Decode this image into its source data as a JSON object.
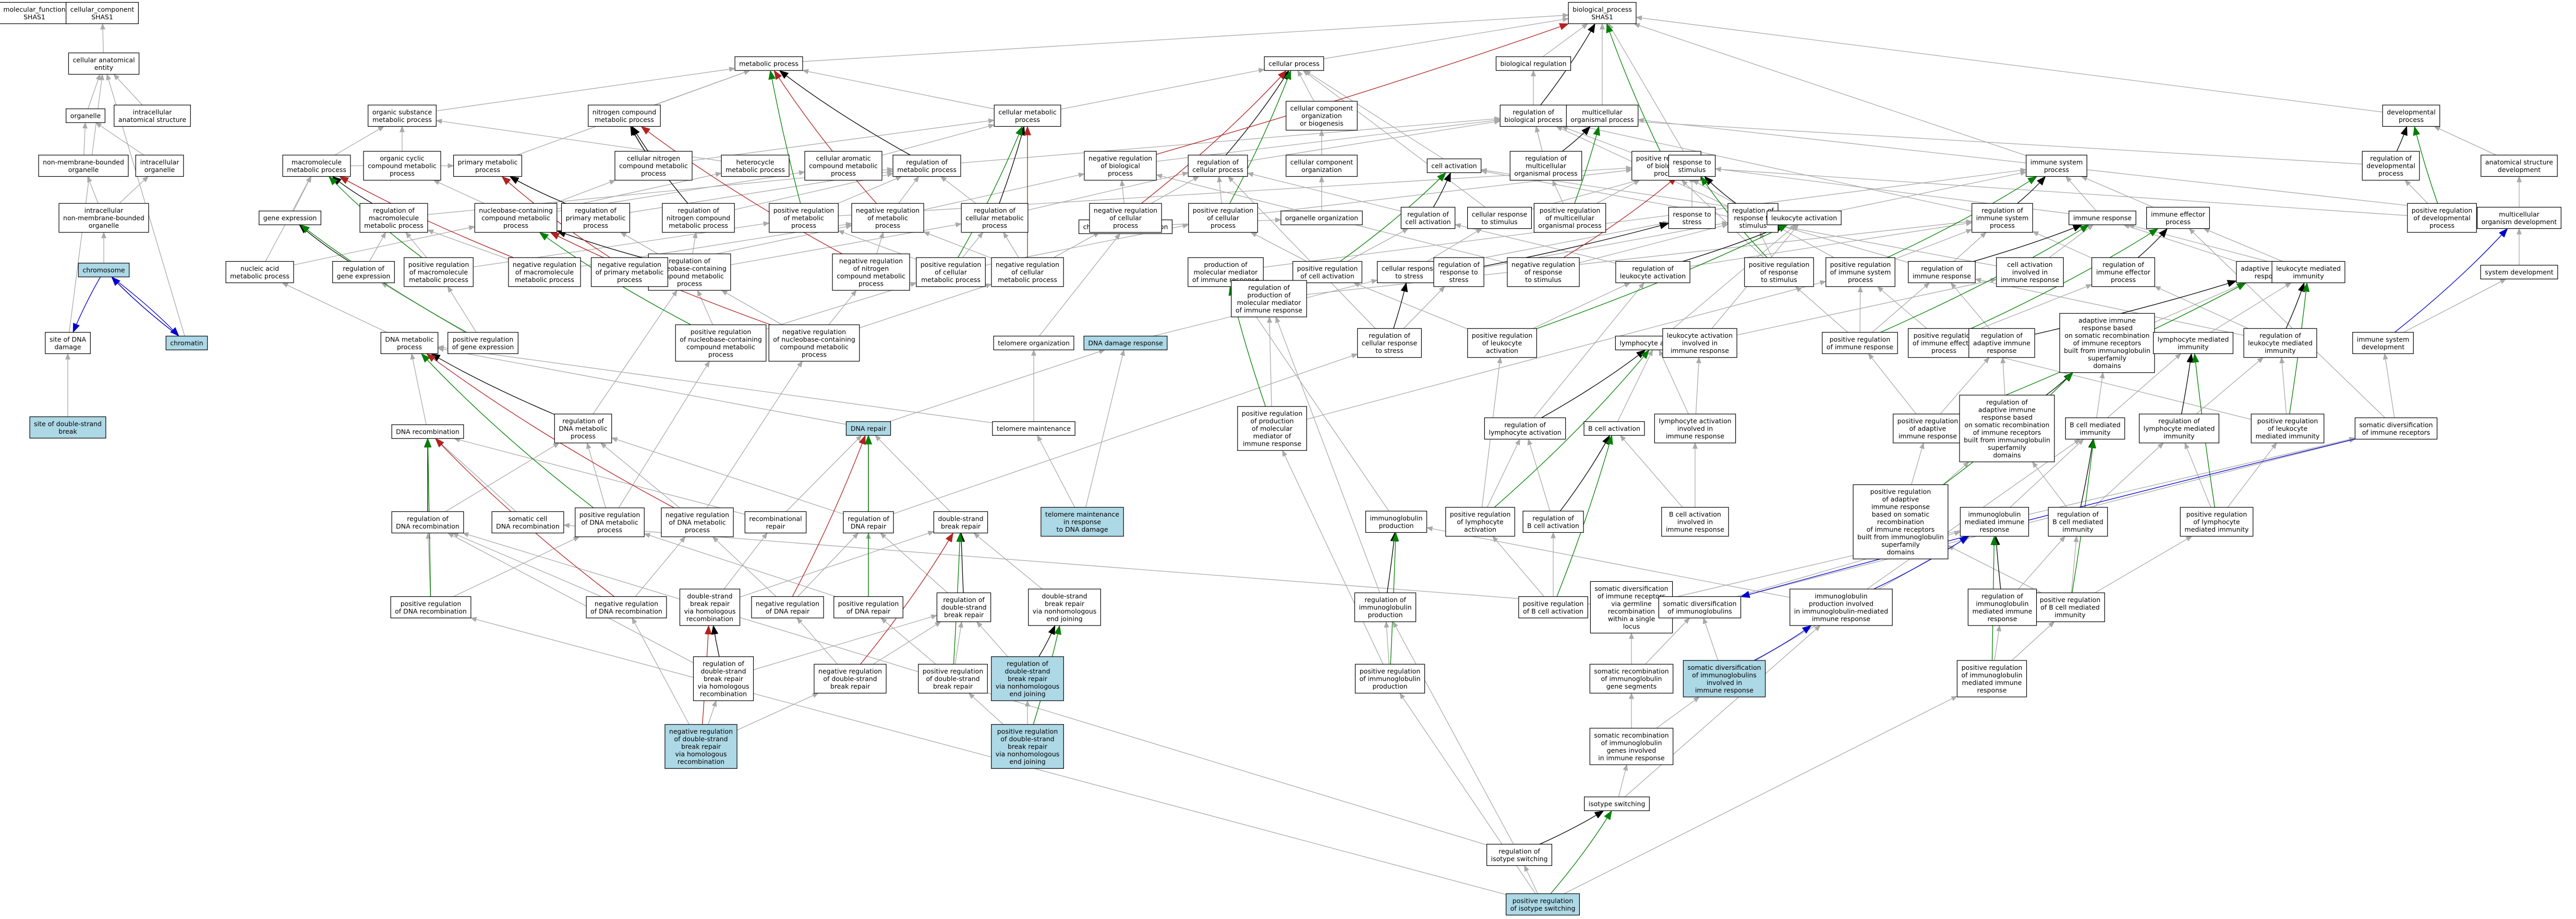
{
  "colors": {
    "node_fill": "#ffffff",
    "node_highlight": "#add8e6",
    "is_a": "#aaaaaa",
    "part_of": "#000000",
    "regulates": "#000000",
    "positively_regulates": "#008000",
    "negatively_regulates": "#b22222",
    "occurs_in": "#0000cd"
  },
  "nodes": [
    {
      "id": "mf",
      "label": "molecular_function\nSHAS1"
    },
    {
      "id": "cc",
      "label": "cellular_component\nSHAS1"
    },
    {
      "id": "bp",
      "label": "biological_process\nSHAS1"
    },
    {
      "id": "cae",
      "label": "cellular anatomical\nentity"
    },
    {
      "id": "organelle",
      "label": "organelle"
    },
    {
      "id": "icas",
      "label": "intracellular\nanatomical structure"
    },
    {
      "id": "nmbo",
      "label": "non-membrane-bounded\norganelle"
    },
    {
      "id": "icorg",
      "label": "intracellular\norganelle"
    },
    {
      "id": "icnmbo",
      "label": "intracellular\nnon-membrane-bounded\norganelle"
    },
    {
      "id": "chromosome",
      "label": "chromosome",
      "hl": true
    },
    {
      "id": "chromatin",
      "label": "chromatin",
      "hl": true
    },
    {
      "id": "sitedna",
      "label": "site of DNA\ndamage"
    },
    {
      "id": "sitedsb",
      "label": "site of double-strand\nbreak",
      "hl": true
    },
    {
      "id": "metab",
      "label": "metabolic process"
    },
    {
      "id": "osm",
      "label": "organic substance\nmetabolic process"
    },
    {
      "id": "ncm",
      "label": "nitrogen compound\nmetabolic process"
    },
    {
      "id": "mmp",
      "label": "macromolecule\nmetabolic process"
    },
    {
      "id": "occm",
      "label": "organic cyclic\ncompound metabolic\nprocess"
    },
    {
      "id": "pmp",
      "label": "primary metabolic\nprocess"
    },
    {
      "id": "cncm",
      "label": "cellular nitrogen\ncompound metabolic\nprocess"
    },
    {
      "id": "hetm",
      "label": "heterocycle\nmetabolic process"
    },
    {
      "id": "cacm",
      "label": "cellular aromatic\ncompound metabolic\nprocess"
    },
    {
      "id": "rmp",
      "label": "regulation of\nmetabolic process"
    },
    {
      "id": "cmp",
      "label": "cellular metabolic\nprocess"
    },
    {
      "id": "geneexp",
      "label": "gene expression"
    },
    {
      "id": "rmmp",
      "label": "regulation of\nmacromolecule\nmetabolic process"
    },
    {
      "id": "nccm",
      "label": "nucleobase-containing\ncompound metabolic\nprocess"
    },
    {
      "id": "rpmp",
      "label": "regulation of\nprimary metabolic\nprocess"
    },
    {
      "id": "rncm",
      "label": "regulation of\nnitrogen compound\nmetabolic process"
    },
    {
      "id": "prmp",
      "label": "positive regulation\nof metabolic\nprocess"
    },
    {
      "id": "nrmp",
      "label": "negative regulation\nof metabolic\nprocess"
    },
    {
      "id": "rcmp",
      "label": "regulation of\ncellular metabolic\nprocess"
    },
    {
      "id": "nam",
      "label": "nucleic acid\nmetabolic process"
    },
    {
      "id": "rge",
      "label": "regulation of\ngene expression"
    },
    {
      "id": "prmmp",
      "label": "positive regulation\nof macromolecule\nmetabolic process"
    },
    {
      "id": "nrmmp",
      "label": "negative regulation\nof macromolecule\nmetabolic process"
    },
    {
      "id": "rnccm",
      "label": "regulation of\nnucleobase-containing\ncompound metabolic\nprocess"
    },
    {
      "id": "nrpmp",
      "label": "negative regulation\nof primary metabolic\nprocess"
    },
    {
      "id": "nrncm",
      "label": "negative regulation\nof nitrogen\ncompound metabolic\nprocess"
    },
    {
      "id": "prcmp",
      "label": "positive regulation\nof cellular\nmetabolic process"
    },
    {
      "id": "nrcmp",
      "label": "negative regulation\nof cellular\nmetabolic process"
    },
    {
      "id": "dnamp",
      "label": "DNA metabolic\nprocess"
    },
    {
      "id": "prge",
      "label": "positive regulation\nof gene expression"
    },
    {
      "id": "prnccm",
      "label": "positive regulation\nof nucleobase-containing\ncompound metabolic\nprocess"
    },
    {
      "id": "nrnccm",
      "label": "negative regulation\nof nucleobase-containing\ncompound metabolic\nprocess"
    },
    {
      "id": "dnarec",
      "label": "DNA recombination"
    },
    {
      "id": "rdnamp",
      "label": "regulation of\nDNA metabolic\nprocess"
    },
    {
      "id": "rdnarec",
      "label": "regulation of\nDNA recombination"
    },
    {
      "id": "scdr",
      "label": "somatic cell\nDNA recombination"
    },
    {
      "id": "prdnamp",
      "label": "positive regulation\nof DNA metabolic\nprocess"
    },
    {
      "id": "nrdnamp",
      "label": "negative regulation\nof DNA metabolic\nprocess"
    },
    {
      "id": "recrep",
      "label": "recombinational\nrepair"
    },
    {
      "id": "prdnarec",
      "label": "positive regulation\nof DNA recombination"
    },
    {
      "id": "nrdnarec",
      "label": "negative regulation\nof DNA recombination"
    },
    {
      "id": "dsbhr",
      "label": "double-strand\nbreak repair\nvia homologous\nrecombination"
    },
    {
      "id": "rdsbhr",
      "label": "regulation of\ndouble-strand\nbreak repair\nvia homologous\nrecombination"
    },
    {
      "id": "nrdsbhr",
      "label": "negative regulation\nof double-strand\nbreak repair\nvia homologous\nrecombination",
      "hl": true
    },
    {
      "id": "cellproc",
      "label": "cellular process"
    },
    {
      "id": "ccob",
      "label": "cellular component\norganization\nor biogenesis"
    },
    {
      "id": "ccorg",
      "label": "cellular component\norganization"
    },
    {
      "id": "orgorg",
      "label": "organelle organization"
    },
    {
      "id": "chromorg",
      "label": "chromosome organization"
    },
    {
      "id": "telorg",
      "label": "telomere organization"
    },
    {
      "id": "telmaint",
      "label": "telomere maintenance"
    },
    {
      "id": "telmaintdd",
      "label": "telomere maintenance\nin response\nto DNA damage",
      "hl": true
    },
    {
      "id": "dnadr",
      "label": "DNA damage response",
      "hl": true
    },
    {
      "id": "dnarep",
      "label": "DNA repair",
      "hl": true
    },
    {
      "id": "rdnarep",
      "label": "regulation of\nDNA repair"
    },
    {
      "id": "dsbrep",
      "label": "double-strand\nbreak repair"
    },
    {
      "id": "nrdnarep",
      "label": "negative regulation\nof DNA repair"
    },
    {
      "id": "prdnarep",
      "label": "positive regulation\nof DNA repair"
    },
    {
      "id": "rdsbrep",
      "label": "regulation of\ndouble-strand\nbreak repair"
    },
    {
      "id": "nhej",
      "label": "double-strand\nbreak repair\nvia nonhomologous\nend joining"
    },
    {
      "id": "nrdsbrep",
      "label": "negative regulation\nof double-strand\nbreak repair"
    },
    {
      "id": "prdsbrep",
      "label": "positive regulation\nof double-strand\nbreak repair"
    },
    {
      "id": "rnhej",
      "label": "regulation of\ndouble-strand\nbreak repair\nvia nonhomologous\nend joining",
      "hl": true
    },
    {
      "id": "prnhej",
      "label": "positive regulation\nof double-strand\nbreak repair\nvia nonhomologous\nend joining",
      "hl": true
    },
    {
      "id": "nrbp",
      "label": "negative regulation\nof biological\nprocess"
    },
    {
      "id": "nrcp",
      "label": "negative regulation\nof cellular\nprocess"
    },
    {
      "id": "rcp",
      "label": "regulation of\ncellular process"
    },
    {
      "id": "prcp",
      "label": "positive regulation\nof cellular\nprocess"
    },
    {
      "id": "biolreg",
      "label": "biological regulation"
    },
    {
      "id": "rbp",
      "label": "regulation of\nbiological process"
    },
    {
      "id": "mop",
      "label": "multicellular\norganismal process"
    },
    {
      "id": "rmop",
      "label": "regulation of\nmulticellular\norganismal process"
    },
    {
      "id": "prbp",
      "label": "positive regulation\nof biological\nprocess"
    },
    {
      "id": "prmop",
      "label": "positive regulation\nof multicellular\norganismal process"
    },
    {
      "id": "cellact",
      "label": "cell activation"
    },
    {
      "id": "rcellact",
      "label": "regulation of\ncell activation"
    },
    {
      "id": "crs",
      "label": "cellular response\nto stimulus"
    },
    {
      "id": "prcellact",
      "label": "positive regulation\nof cell activation"
    },
    {
      "id": "crstress",
      "label": "cellular response\nto stress"
    },
    {
      "id": "prodmed",
      "label": "production of\nmolecular mediator\nof immune response"
    },
    {
      "id": "rprodmed",
      "label": "regulation of\nproduction of\nmolecular mediator\nof immune response"
    },
    {
      "id": "prprodmed",
      "label": "positive regulation\nof production\nof molecular\nmediator of\nimmune response"
    },
    {
      "id": "rcrstress",
      "label": "regulation of\ncellular response\nto stress"
    },
    {
      "id": "rts",
      "label": "response to\nstimulus"
    },
    {
      "id": "rtstress",
      "label": "response to\nstress"
    },
    {
      "id": "rrts",
      "label": "regulation of\nresponse to\nstimulus"
    },
    {
      "id": "rrstress",
      "label": "regulation of\nresponse to\nstress"
    },
    {
      "id": "nrrts",
      "label": "negative regulation\nof response\nto stimulus"
    },
    {
      "id": "leukact",
      "label": "leukocyte activation"
    },
    {
      "id": "rleukact",
      "label": "regulation of\nleukocyte activation"
    },
    {
      "id": "prleukact",
      "label": "positive regulation\nof leukocyte\nactivation"
    },
    {
      "id": "lymphact",
      "label": "lymphocyte activation"
    },
    {
      "id": "rlymphact",
      "label": "regulation of\nlymphocyte activation"
    },
    {
      "id": "prlymphact",
      "label": "positive regulation\nof lymphocyte\nactivation"
    },
    {
      "id": "leukactimm",
      "label": "leukocyte activation\ninvolved in\nimmune response"
    },
    {
      "id": "lymphactimm",
      "label": "lymphocyte activation\ninvolved in\nimmune response"
    },
    {
      "id": "bcellact",
      "label": "B cell activation"
    },
    {
      "id": "rbcellact",
      "label": "regulation of\nB cell activation"
    },
    {
      "id": "prbcellact",
      "label": "positive regulation\nof B cell activation"
    },
    {
      "id": "bcellactimm",
      "label": "B cell activation\ninvolved in\nimmune response"
    },
    {
      "id": "igprod",
      "label": "immunoglobulin\nproduction"
    },
    {
      "id": "rigprod",
      "label": "regulation of\nimmunoglobulin\nproduction"
    },
    {
      "id": "prigprod",
      "label": "positive regulation\nof immunoglobulin\nproduction"
    },
    {
      "id": "sdirgerm",
      "label": "somatic diversification\nof immune receptors\nvia germline\nrecombination\nwithin a single\nlocus"
    },
    {
      "id": "sdig",
      "label": "somatic diversification\nof immunoglobulins"
    },
    {
      "id": "srigseg",
      "label": "somatic recombination\nof immunoglobulin\ngene segments"
    },
    {
      "id": "srigimm",
      "label": "somatic recombination\nof immunoglobulin\ngenes involved\nin immune response"
    },
    {
      "id": "isosw",
      "label": "isotype switching"
    },
    {
      "id": "risosw",
      "label": "regulation of\nisotype switching"
    },
    {
      "id": "prisosw",
      "label": "positive regulation\nof isotype switching",
      "hl": true
    },
    {
      "id": "igprodimm",
      "label": "immunoglobulin\nproduction involved\nin immunoglobulin-mediated\nimmune response"
    },
    {
      "id": "sdigimm",
      "label": "somatic diversification\nof immunoglobulins\ninvolved in\nimmune response",
      "hl": true
    },
    {
      "id": "isp",
      "label": "immune system\nprocess"
    },
    {
      "id": "risp",
      "label": "regulation of\nimmune system\nprocess"
    },
    {
      "id": "immresp",
      "label": "immune response"
    },
    {
      "id": "rimmresp",
      "label": "regulation of\nimmune response"
    },
    {
      "id": "prsrts",
      "label": "positive regulation\nof response\nto stimulus"
    },
    {
      "id": "prisp",
      "label": "positive regulation\nof immune system\nprocess"
    },
    {
      "id": "primmresp",
      "label": "positive regulation\nof immune response"
    },
    {
      "id": "cellactimm",
      "label": "cell activation\ninvolved in\nimmune response"
    },
    {
      "id": "iep",
      "label": "immune effector\nprocess"
    },
    {
      "id": "riep",
      "label": "regulation of\nimmune effector\nprocess"
    },
    {
      "id": "priep",
      "label": "positive regulation\nof immune effector\nprocess"
    },
    {
      "id": "adaptimm",
      "label": "adaptive immune\nresponse"
    },
    {
      "id": "radapt",
      "label": "regulation of\nadaptive immune\nresponse"
    },
    {
      "id": "pradapt",
      "label": "positive regulation\nof adaptive\nimmune response"
    },
    {
      "id": "aisr",
      "label": "adaptive immune\nresponse based\non somatic recombination\nof immune receptors\nbuilt from immunoglobulin\nsuperfamily\ndomains"
    },
    {
      "id": "raisr",
      "label": "regulation of\nadaptive immune\nresponse based\non somatic recombination\nof immune receptors\nbuilt from immunoglobulin\nsuperfamily\ndomains"
    },
    {
      "id": "praisr",
      "label": "positive regulation\nof adaptive\nimmune response\nbased on somatic\nrecombination\nof immune receptors\nbuilt from immunoglobulin\nsuperfamily\ndomains"
    },
    {
      "id": "leukmedimm",
      "label": "leukocyte mediated\nimmunity"
    },
    {
      "id": "lymphmedimm",
      "label": "lymphocyte mediated\nimmunity"
    },
    {
      "id": "rleukmed",
      "label": "regulation of\nleukocyte mediated\nimmunity"
    },
    {
      "id": "rlymphmed",
      "label": "regulation of\nlymphocyte mediated\nimmunity"
    },
    {
      "id": "prleukmed",
      "label": "positive regulation\nof leukocyte\nmediated immunity"
    },
    {
      "id": "prlymphmed",
      "label": "positive regulation\nof lymphocyte\nmediated immunity"
    },
    {
      "id": "bcellmed",
      "label": "B cell mediated\nimmunity"
    },
    {
      "id": "rbcellmed",
      "label": "regulation of\nB cell mediated\nimmunity"
    },
    {
      "id": "prbcellmed",
      "label": "positive regulation\nof B cell mediated\nimmunity"
    },
    {
      "id": "igmedimm",
      "label": "immunoglobulin\nmediated immune\nresponse"
    },
    {
      "id": "rigmed",
      "label": "regulation of\nimmunoglobulin\nmediated immune\nresponse"
    },
    {
      "id": "prigmed",
      "label": "positive regulation\nof immunoglobulin\nmediated immune\nresponse"
    },
    {
      "id": "devproc",
      "label": "developmental\nprocess"
    },
    {
      "id": "rdev",
      "label": "regulation of\ndevelopmental\nprocess"
    },
    {
      "id": "prdev",
      "label": "positive regulation\nof developmental\nprocess"
    },
    {
      "id": "asd",
      "label": "anatomical structure\ndevelopment"
    },
    {
      "id": "multidev",
      "label": "multicellular\norganism development"
    },
    {
      "id": "sysdev",
      "label": "system development"
    },
    {
      "id": "isdev",
      "label": "immune system\ndevelopment"
    },
    {
      "id": "sdir",
      "label": "somatic diversification\nof immune receptors"
    }
  ]
}
